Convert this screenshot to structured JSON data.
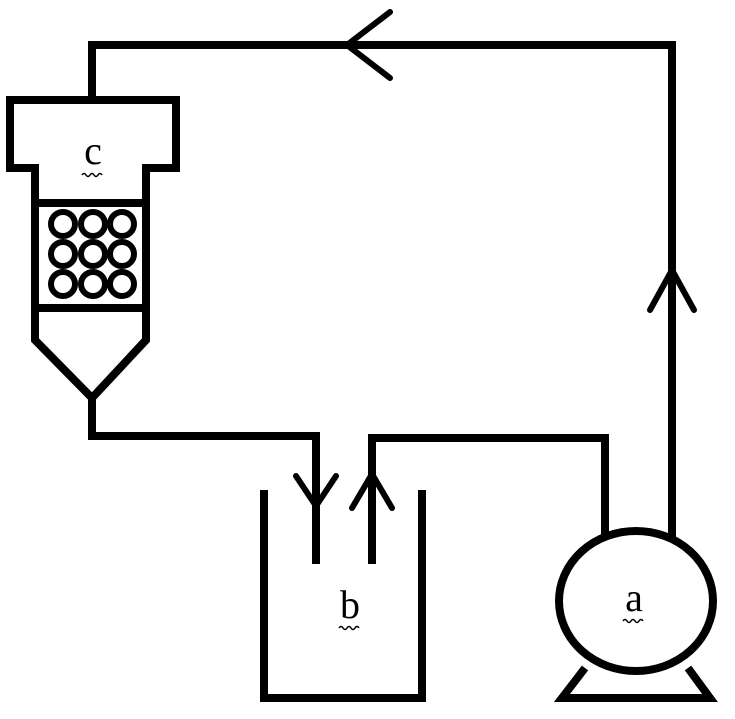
{
  "labels": {
    "pump": "a",
    "container": "b",
    "column": "c"
  }
}
